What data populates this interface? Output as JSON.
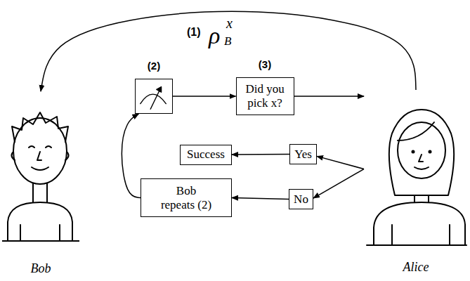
{
  "diagram": {
    "nodes": [
      {
        "text": [
          "Bob"
        ]
      },
      {
        "text": [
          "(2)"
        ]
      },
      {
        "text": [
          "(3)",
          "Did you pick x?"
        ]
      },
      {
        "text": [
          "Alice"
        ]
      },
      {
        "text": [
          "Success"
        ]
      },
      {
        "text": [
          "Yes"
        ]
      },
      {
        "text": [
          "Bob repeats (2)"
        ]
      },
      {
        "text": [
          "No"
        ]
      }
    ],
    "edges": [
      {
        "from": 3,
        "to": 0,
        "arrow": "to",
        "label": "(1)"
      },
      {
        "from": 1,
        "to": 2,
        "arrow": "to"
      },
      {
        "from": 2,
        "to": 3,
        "arrow": "to"
      },
      {
        "from": 3,
        "to": 5,
        "arrow": "to"
      },
      {
        "from": 3,
        "to": 7,
        "arrow": "to"
      },
      {
        "from": 5,
        "to": 4,
        "arrow": "to"
      },
      {
        "from": 7,
        "to": 6,
        "arrow": "to"
      },
      {
        "from": 6,
        "to": 1,
        "arrow": "to"
      }
    ],
    "labels": [
      "ρ",
      "x",
      "B"
    ]
  }
}
